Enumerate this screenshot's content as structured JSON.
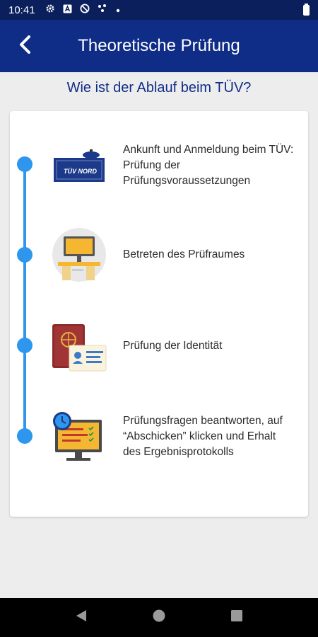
{
  "status_bar": {
    "time": "10:41",
    "icons": [
      "gear-icon",
      "a-box-icon",
      "no-sync-icon",
      "dots-icon",
      "small-dot-icon",
      "battery-icon"
    ]
  },
  "header": {
    "title": "Theoretische Prüfung",
    "back_icon": "chevron-left-icon"
  },
  "subtitle": "Wie ist der Ablauf beim TÜV?",
  "steps": [
    {
      "text": "Ankunft und Anmeldung beim TÜV: Prüfung der Prüfungsvoraussetzungen",
      "icon": "reception-desk-icon",
      "logo_text": "TÜV NORD"
    },
    {
      "text": "Betreten des Prüfraumes",
      "icon": "exam-room-icon"
    },
    {
      "text": "Prüfung der Identität",
      "icon": "passport-id-icon"
    },
    {
      "text": "Prüfungsfragen beantworten, auf “Abschicken” klicken und Erhalt des Ergebnisprotokolls",
      "icon": "computer-exam-icon"
    }
  ],
  "nav": {
    "icons": [
      "back-triangle-icon",
      "home-circle-icon",
      "recents-square-icon"
    ]
  },
  "colors": {
    "primary": "#0f2d87",
    "status_bar": "#0a1f5c",
    "timeline": "#2f96ee",
    "background": "#ededed"
  }
}
